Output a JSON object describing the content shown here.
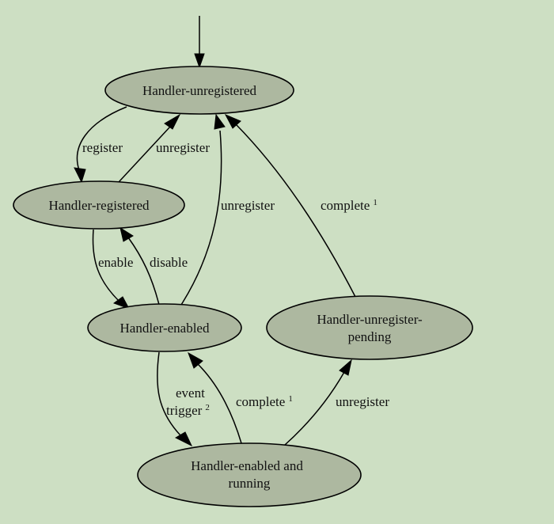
{
  "diagram": {
    "type": "state-machine",
    "background": "#cddfc3",
    "node_fill": "#adb8a0",
    "nodes": [
      {
        "id": "unregistered",
        "lines": [
          "Handler-unregistered"
        ]
      },
      {
        "id": "registered",
        "lines": [
          "Handler-registered"
        ]
      },
      {
        "id": "enabled",
        "lines": [
          "Handler-enabled"
        ]
      },
      {
        "id": "unregister_pending",
        "lines": [
          "Handler-unregister-",
          "pending"
        ]
      },
      {
        "id": "running",
        "lines": [
          "Handler-enabled and",
          "running"
        ]
      }
    ],
    "edges": [
      {
        "from": "start",
        "to": "unregistered",
        "label": "",
        "sup": ""
      },
      {
        "from": "unregistered",
        "to": "registered",
        "label": "register",
        "sup": ""
      },
      {
        "from": "registered",
        "to": "unregistered",
        "label": "unregister",
        "sup": ""
      },
      {
        "from": "registered",
        "to": "enabled",
        "label": "enable",
        "sup": ""
      },
      {
        "from": "enabled",
        "to": "registered",
        "label": "disable",
        "sup": ""
      },
      {
        "from": "enabled",
        "to": "unregistered",
        "label": "unregister",
        "sup": ""
      },
      {
        "from": "unregister_pending",
        "to": "unregistered",
        "label": "complete",
        "sup": "1"
      },
      {
        "from": "enabled",
        "to": "running",
        "label_lines": [
          "event",
          "trigger"
        ],
        "sup": "2"
      },
      {
        "from": "running",
        "to": "enabled",
        "label": "complete",
        "sup": "1"
      },
      {
        "from": "running",
        "to": "unregister_pending",
        "label": "unregister",
        "sup": ""
      }
    ]
  }
}
